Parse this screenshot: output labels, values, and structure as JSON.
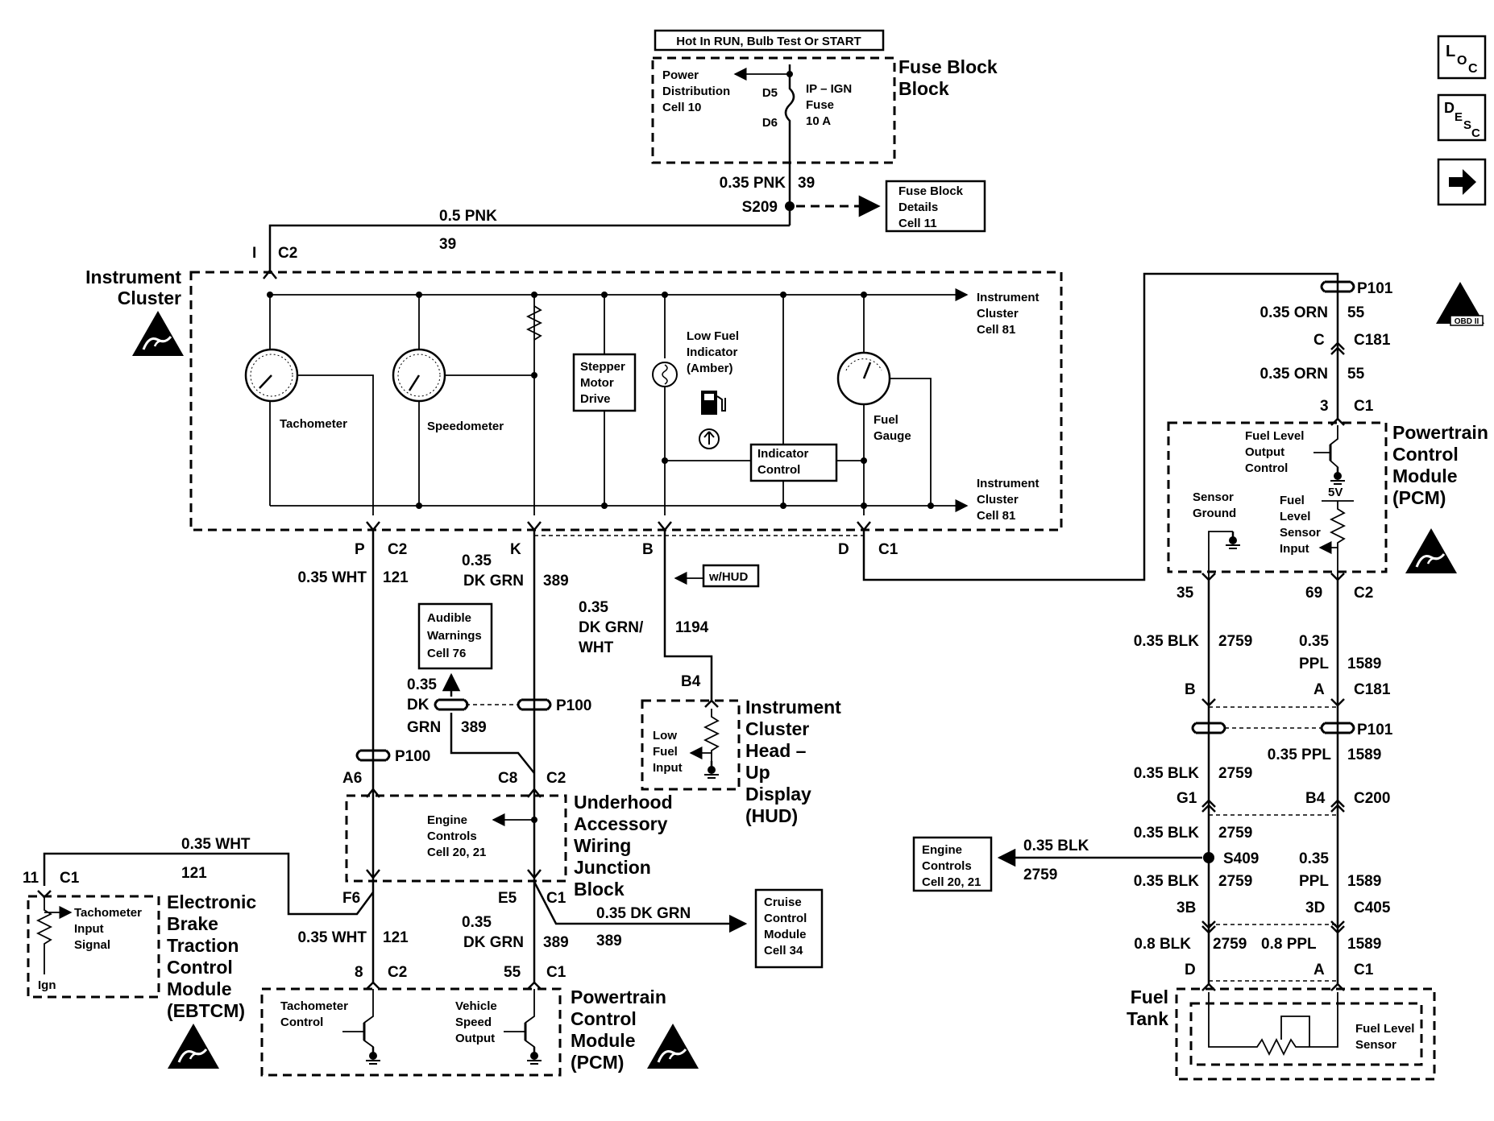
{
  "header": {
    "power_note": "Hot In RUN, Bulb Test Or START"
  },
  "side_buttons": {
    "loc_icon": "loc-icon",
    "desc_icon": "desc-icon",
    "next_icon": "arrow-right-icon"
  },
  "fuse_block": {
    "title": "Fuse Block",
    "pd_lines": [
      "Power",
      "Distribution",
      "Cell 10"
    ],
    "pin_d5": "D5",
    "pin_d6": "D6",
    "fuse_lines": [
      "IP – IGN",
      "Fuse",
      "10 A"
    ],
    "wire_label": "0.35 PNK",
    "wire_num": "39",
    "splice": "S209",
    "details_lines": [
      "Fuse Block",
      "Details",
      "Cell 11"
    ]
  },
  "top_wire": {
    "label": "0.5 PNK",
    "num": "39",
    "pin": "I",
    "conn": "C2"
  },
  "instrument_cluster": {
    "title_lines": [
      "Instrument",
      "Cluster"
    ],
    "tachometer": "Tachometer",
    "speedometer": "Speedometer",
    "stepper_lines": [
      "Stepper",
      "Motor",
      "Drive"
    ],
    "low_fuel_lines": [
      "Low Fuel",
      "Indicator",
      "(Amber)"
    ],
    "indicator_lines": [
      "Indicator",
      "Control"
    ],
    "fuel_gauge_lines": [
      "Fuel",
      "Gauge"
    ],
    "ref_top_lines": [
      "Instrument",
      "Cluster",
      "Cell 81"
    ],
    "ref_bottom_lines": [
      "Instrument",
      "Cluster",
      "Cell 81"
    ],
    "pins": [
      "P",
      "K",
      "B",
      "D"
    ],
    "conn_c2": "C2",
    "conn_c1": "C1"
  },
  "tach_circuit": {
    "wire1": "0.35 WHT",
    "num1": "121",
    "p100": "P100",
    "pin_a6": "A6",
    "pin_f6": "F6",
    "wire2": "0.35 WHT",
    "num2": "121",
    "pin8": "8",
    "conn": "C2",
    "ebtcm_wire": "0.35 WHT",
    "ebtcm_num": "121",
    "ebtcm_pin": "11",
    "ebtcm_conn": "C1"
  },
  "speed_circuit": {
    "wire1_lines": [
      "0.35",
      "DK GRN"
    ],
    "num1": "389",
    "audible_lines": [
      "Audible",
      "Warnings",
      "Cell 76"
    ],
    "side_wire_lines": [
      "0.35",
      "DK",
      "GRN"
    ],
    "side_num": "389",
    "p100": "P100",
    "pin_c8": "C8",
    "conn_c2": "C2",
    "pin_e5": "E5",
    "conn_c1": "C1",
    "wire2_lines": [
      "0.35",
      "DK GRN"
    ],
    "num2": "389",
    "pin55": "55",
    "conn2": "C1",
    "cruise_wire": "0.35 DK GRN",
    "cruise_num": "389",
    "cruise_lines": [
      "Cruise",
      "Control",
      "Module",
      "Cell 34"
    ]
  },
  "hud_circuit": {
    "wire_lines": [
      "0.35",
      "DK GRN/",
      "WHT"
    ],
    "num": "1194",
    "option": "w/HUD",
    "pin": "B4",
    "input_lines": [
      "Low",
      "Fuel",
      "Input"
    ],
    "title_lines": [
      "Instrument",
      "Cluster",
      "Head –",
      "Up",
      "Display",
      "(HUD)"
    ]
  },
  "uajb": {
    "title_lines": [
      "Underhood",
      "Accessory",
      "Wiring",
      "Junction",
      "Block"
    ],
    "engine_lines": [
      "Engine",
      "Controls",
      "Cell 20, 21"
    ]
  },
  "ebtcm": {
    "title_lines": [
      "Electronic",
      "Brake",
      "Traction",
      "Control",
      "Module",
      "(EBTCM)"
    ],
    "tach_lines": [
      "Tachometer",
      "Input",
      "Signal"
    ],
    "ign": "Ign"
  },
  "pcm_bottom": {
    "title_lines": [
      "Powertrain",
      "Control",
      "Module",
      "(PCM)"
    ],
    "tach_lines": [
      "Tachometer",
      "Control"
    ],
    "vss_lines": [
      "Vehicle",
      "Speed",
      "Output"
    ]
  },
  "pcm_right": {
    "title_lines": [
      "Powertrain",
      "Control",
      "Module",
      "(PCM)"
    ],
    "p101_top": "P101",
    "wire1": "0.35 ORN",
    "num1": "55",
    "pin_c": "C",
    "conn_c181": "C181",
    "wire2": "0.35 ORN",
    "num2": "55",
    "pin3": "3",
    "conn_c1": "C1",
    "output_lines": [
      "Fuel Level",
      "Output",
      "Control"
    ],
    "volt": "5V",
    "ground_lines": [
      "Sensor",
      "Ground"
    ],
    "sensor_lines": [
      "Fuel",
      "Level",
      "Sensor",
      "Input"
    ],
    "pin35": "35",
    "pin69": "69",
    "conn_c2": "C2",
    "left_rows": [
      {
        "w": "0.35 BLK",
        "n": "2759"
      },
      {
        "w": "0.35 BLK",
        "n": "2759"
      },
      {
        "w": "0.35 BLK",
        "n": "2759"
      },
      {
        "w": "0.35 BLK",
        "n": "2759"
      },
      {
        "w": "0.8 BLK",
        "n": "2759"
      }
    ],
    "right_wire1_lines": [
      "0.35",
      "PPL"
    ],
    "right_num1": "1589",
    "pin_b": "B",
    "pin_a": "A",
    "conn_c181b": "C181",
    "p101_bottom": "P101",
    "right_wire2": "0.35 PPL",
    "right_num2": "1589",
    "pin_g1": "G1",
    "pin_b4": "B4",
    "conn_c200": "C200",
    "splice": "S409",
    "right_wire3_lines": [
      "0.35",
      "PPL"
    ],
    "right_num3": "1589",
    "pin_3b": "3B",
    "pin_3d": "3D",
    "conn_c405": "C405",
    "right_wire4": "0.8 PPL",
    "right_num4": "1589",
    "pin_d": "D",
    "pin_a2": "A",
    "conn_c1b": "C1",
    "engine_wire": "0.35 BLK",
    "engine_num": "2759",
    "engine_lines": [
      "Engine",
      "Controls",
      "Cell 20, 21"
    ]
  },
  "fuel_tank": {
    "title_lines": [
      "Fuel",
      "Tank"
    ],
    "sensor_lines": [
      "Fuel Level",
      "Sensor"
    ]
  },
  "obd": {
    "label": "OBD II"
  }
}
